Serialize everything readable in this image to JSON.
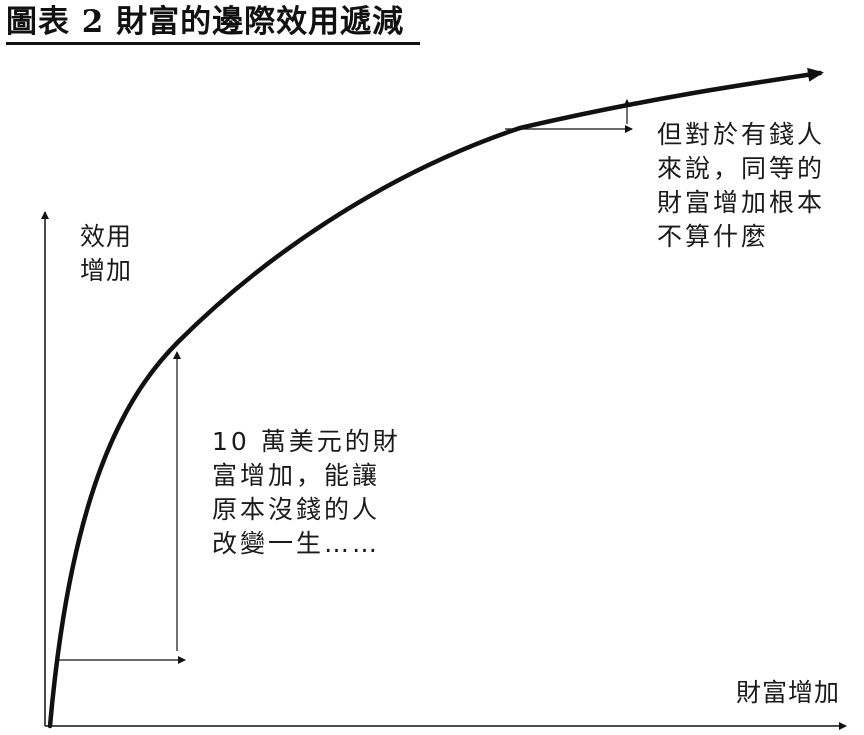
{
  "title": "圖表 2  財富的邊際效用遞減",
  "y_axis_label": [
    "效用",
    "增加"
  ],
  "x_axis_label": "財富增加",
  "annotation_low_wealth": [
    "10 萬美元的財",
    "富增加，能讓",
    "原本沒錢的人",
    "改變一生……"
  ],
  "annotation_high_wealth": [
    "但對於有錢人",
    "來說，同等的",
    "財富增加根本",
    "不算什麼"
  ],
  "colors": {
    "ink": "#111111",
    "background": "#ffffff"
  }
}
